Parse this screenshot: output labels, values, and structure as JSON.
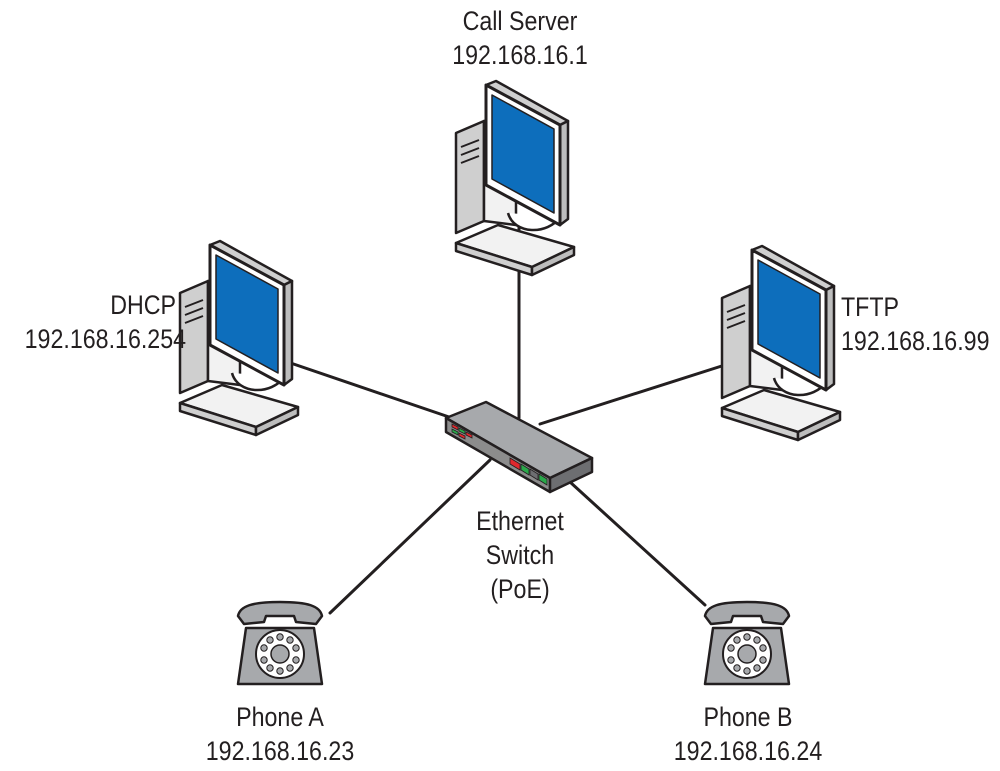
{
  "nodes": {
    "call_server": {
      "name": "Call Server",
      "ip": "192.168.16.1",
      "icon": "computer-icon"
    },
    "dhcp": {
      "name": "DHCP",
      "ip": "192.168.16.254",
      "icon": "computer-icon"
    },
    "tftp": {
      "name": "TFTP",
      "ip": "192.168.16.99",
      "icon": "computer-icon"
    },
    "switch": {
      "line1": "Ethernet",
      "line2": "Switch",
      "line3": "(PoE)",
      "icon": "switch-icon"
    },
    "phone_a": {
      "name": "Phone A",
      "ip": "192.168.16.23",
      "icon": "phone-icon"
    },
    "phone_b": {
      "name": "Phone B",
      "ip": "192.168.16.24",
      "icon": "phone-icon"
    }
  },
  "links": [
    {
      "from": "call_server",
      "to": "switch"
    },
    {
      "from": "dhcp",
      "to": "switch"
    },
    {
      "from": "tftp",
      "to": "switch"
    },
    {
      "from": "phone_a",
      "to": "switch"
    },
    {
      "from": "phone_b",
      "to": "switch"
    }
  ],
  "colors": {
    "screen": "#0d6ebc",
    "line": "#231f20",
    "device_light": "#f2f2f2",
    "device_gray": "#cfcfcf",
    "phone_gray": "#a7a9ac",
    "switch_body": "#8c8c8c",
    "led_red": "#e0282e",
    "led_green": "#2aa84a"
  }
}
